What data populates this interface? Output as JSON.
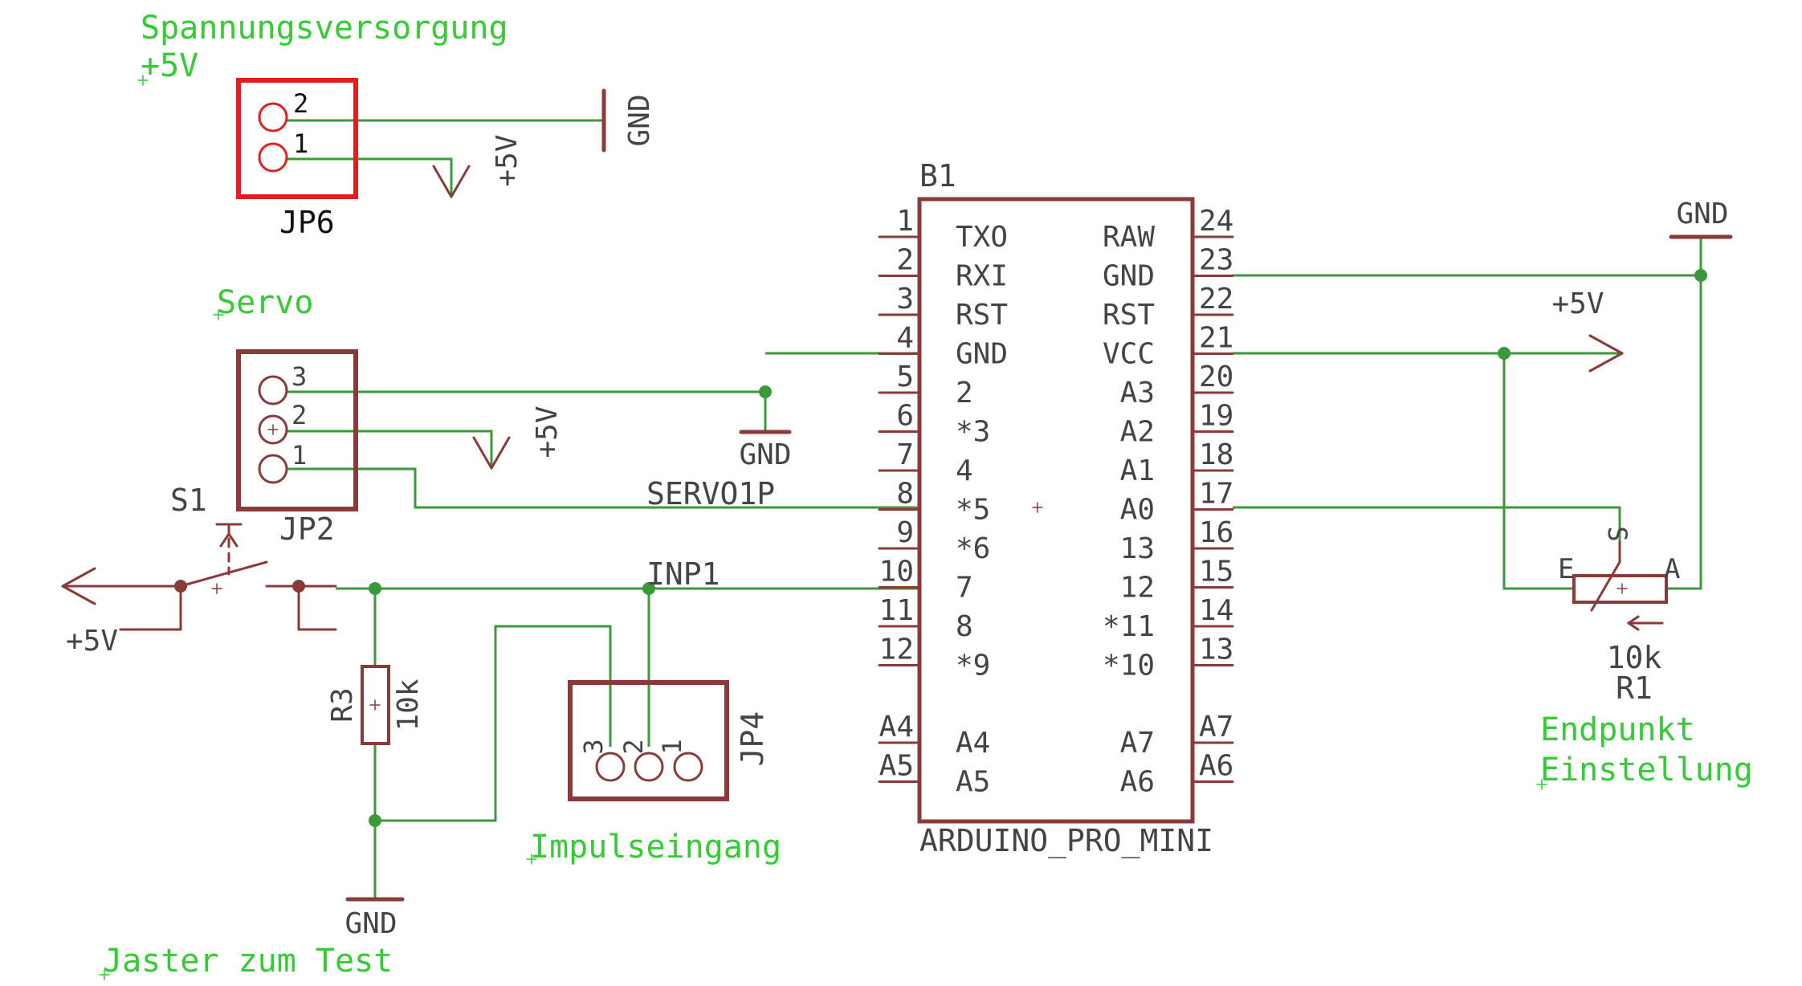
{
  "colors": {
    "wire": "#3a9a3a",
    "part": "#8b3a3a",
    "partText": "#8b3a3a",
    "netText": "#8b3a3a",
    "note": "#33cc33",
    "dimLabel": "#444444",
    "selected": "#e02020",
    "junction": "#3a9a3a"
  },
  "notes": {
    "power_supply": "Spannungsversorgung",
    "plus5v": "+5V",
    "servo": "Servo",
    "pulse_input": "Impulseingang",
    "endpoint_1": "Endpunkt",
    "endpoint_2": "Einstellung",
    "test_button": "Jaster zum Test"
  },
  "parts": {
    "jp6": {
      "name": "JP6",
      "pins": [
        "2",
        "1"
      ]
    },
    "jp2": {
      "name": "JP2",
      "pins": [
        "3",
        "2",
        "1"
      ]
    },
    "jp4": {
      "name": "JP4",
      "pins": [
        "3",
        "2",
        "1"
      ]
    },
    "s1": {
      "name": "S1"
    },
    "r3": {
      "name": "R3",
      "value": "10k"
    },
    "r1": {
      "name": "R1",
      "value": "10k",
      "pin_e": "E",
      "pin_a": "A",
      "pin_s": "S"
    },
    "b1": {
      "name": "B1",
      "value": "ARDUINO_PRO_MINI",
      "left_pins": [
        {
          "num": "1",
          "label": "TXO"
        },
        {
          "num": "2",
          "label": "RXI"
        },
        {
          "num": "3",
          "label": "RST"
        },
        {
          "num": "4",
          "label": "GND"
        },
        {
          "num": "5",
          "label": "2"
        },
        {
          "num": "6",
          "label": "*3"
        },
        {
          "num": "7",
          "label": "4"
        },
        {
          "num": "8",
          "label": "*5"
        },
        {
          "num": "9",
          "label": "*6"
        },
        {
          "num": "10",
          "label": "7"
        },
        {
          "num": "11",
          "label": "8"
        },
        {
          "num": "12",
          "label": "*9"
        }
      ],
      "right_pins": [
        {
          "num": "24",
          "label": "RAW"
        },
        {
          "num": "23",
          "label": "GND"
        },
        {
          "num": "22",
          "label": "RST"
        },
        {
          "num": "21",
          "label": "VCC"
        },
        {
          "num": "20",
          "label": "A3"
        },
        {
          "num": "19",
          "label": "A2"
        },
        {
          "num": "18",
          "label": "A1"
        },
        {
          "num": "17",
          "label": "A0"
        },
        {
          "num": "16",
          "label": "13"
        },
        {
          "num": "15",
          "label": "12"
        },
        {
          "num": "14",
          "label": "*11"
        },
        {
          "num": "13",
          "label": "*10"
        }
      ],
      "bottom_left_pins": [
        {
          "num": "A4",
          "label": "A4"
        },
        {
          "num": "A5",
          "label": "A5"
        }
      ],
      "bottom_right_pins": [
        {
          "num": "A7",
          "label": "A7"
        },
        {
          "num": "A6",
          "label": "A6"
        }
      ]
    }
  },
  "nets": {
    "gnd": "GND",
    "vcc": "+5V",
    "servo": "SERVO1P",
    "inp": "INP1"
  }
}
